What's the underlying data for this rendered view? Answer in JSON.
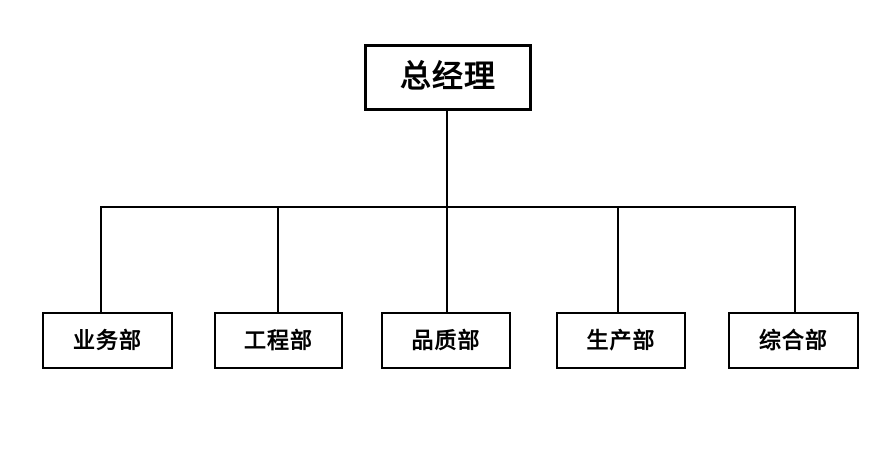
{
  "diagram": {
    "type": "organization-chart",
    "title": "",
    "background_color": "#ffffff",
    "line_color": "#000000",
    "text_color": "#000000",
    "root": {
      "label": "总经理",
      "border_color": "#000000"
    },
    "departments": [
      {
        "label": "业务部"
      },
      {
        "label": "工程部"
      },
      {
        "label": "品质部"
      },
      {
        "label": "生产部"
      },
      {
        "label": "综合部"
      }
    ]
  }
}
